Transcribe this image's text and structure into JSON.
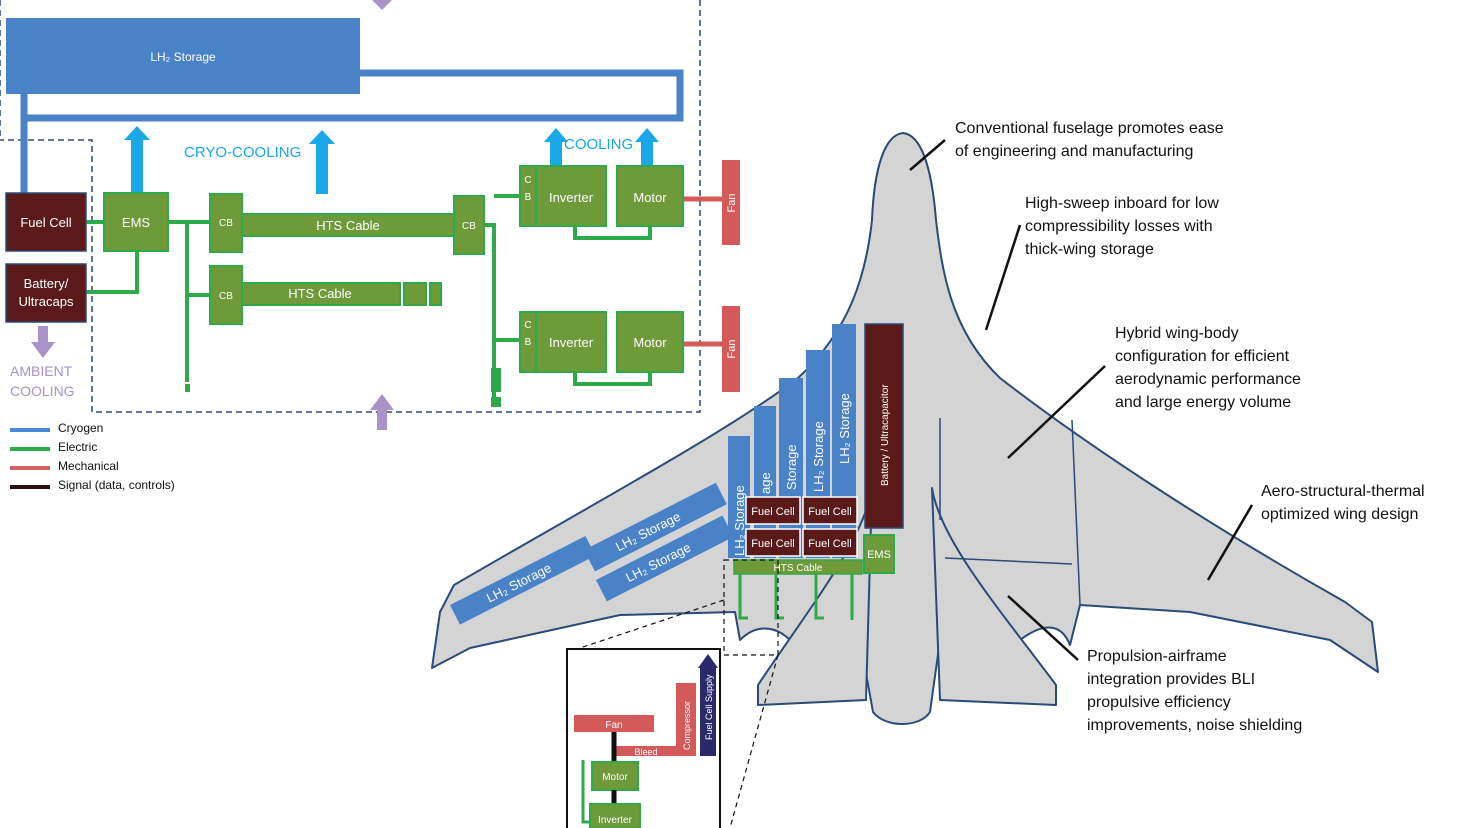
{
  "storage_main": "LH₂ Storage",
  "cryo_cooling": "CRYO-COOLING",
  "cooling": "COOLING",
  "ambient_cooling_line1": "AMBIENT",
  "ambient_cooling_line2": "COOLING",
  "fuel_cell": "Fuel Cell",
  "battery_line1": "Battery/",
  "battery_line2": "Ultracaps",
  "ems": "EMS",
  "cb": "CB",
  "cb_stacked_c": "C",
  "cb_stacked_b": "B",
  "hts_cable": "HTS Cable",
  "inverter": "Inverter",
  "motor": "Motor",
  "fan": "Fan",
  "legend": [
    {
      "label": "Cryogen",
      "color": "#4a8ad4"
    },
    {
      "label": "Electric",
      "color": "#2eaa4a"
    },
    {
      "label": "Mechanical",
      "color": "#d46464"
    },
    {
      "label": "Signal (data, controls)",
      "color": "#2a0f0f"
    }
  ],
  "aircraft": {
    "lh2_storage": "LH₂ Storage",
    "storage_partial_1": "age",
    "storage_partial_2": "Storage",
    "fuel_cell": "Fuel Cell",
    "battery_ultracapacitor": "Battery / Ultracapacitor",
    "ems": "EMS",
    "hts_cable": "HTS Cable"
  },
  "inset": {
    "fan": "Fan",
    "bleed": "Bleed",
    "compressor": "Compressor",
    "fuel_cell_supply": "Fuel Cell Supply",
    "motor": "Motor",
    "inverter": "Inverter"
  },
  "annotations": {
    "fuselage": [
      "Conventional fuselage promotes ease",
      "of engineering and manufacturing"
    ],
    "sweep": [
      "High-sweep inboard for low",
      "compressibility losses with",
      "thick-wing storage"
    ],
    "hwb": [
      "Hybrid wing-body",
      "configuration for efficient",
      "aerodynamic performance",
      "and large energy volume"
    ],
    "wing": [
      "Aero-structural-thermal",
      "optimized wing design"
    ],
    "propulsion": [
      "Propulsion-airframe",
      "integration provides BLI",
      "propulsive efficiency",
      "improvements, noise shielding"
    ]
  },
  "colors": {
    "cryogen": "#4a82c8",
    "electric_fill": "#6e9a3a",
    "electric_line": "#2eaa4a",
    "mechanical": "#d45a5a",
    "signal": "#5a1a1a",
    "cooling_arrow": "#1aa8e8",
    "ambient": "#a892c8",
    "airframe": "#d4d4d4",
    "airframe_edge": "#2a4a78"
  }
}
